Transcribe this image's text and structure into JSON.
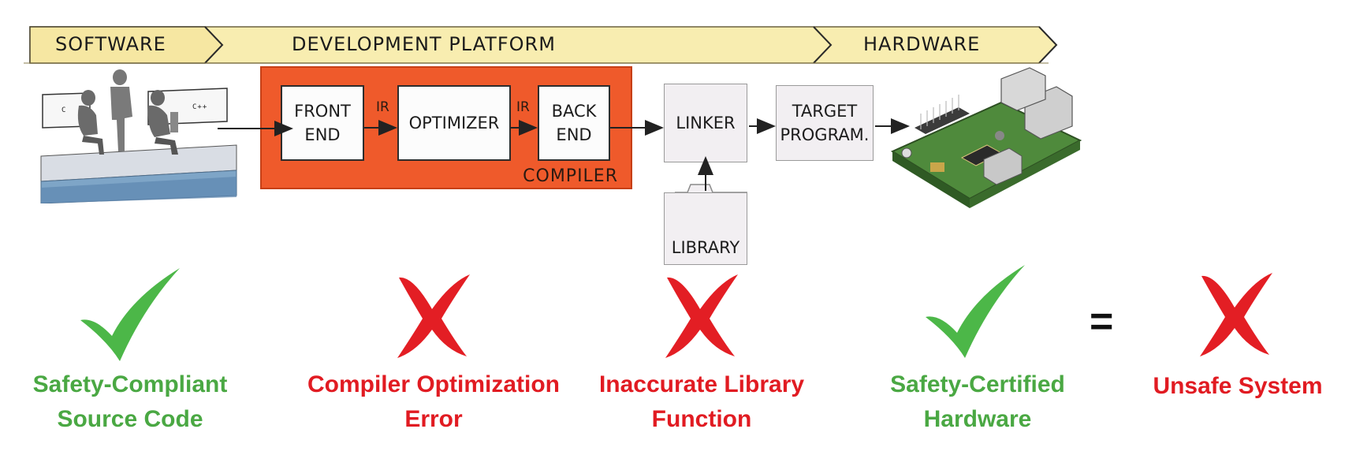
{
  "banner": {
    "software": "SOFTWARE",
    "platform": "DEVELOPMENT PLATFORM",
    "hardware": "HARDWARE"
  },
  "source": {
    "left_screen": "C",
    "right_screen": "C++"
  },
  "compiler": {
    "front_end": [
      "FRONT",
      "END"
    ],
    "optimizer": "OPTIMIZER",
    "back_end": [
      "BACK",
      "END"
    ],
    "ir_label": "IR",
    "label": "COMPILER"
  },
  "linker": "LINKER",
  "target": [
    "TARGET",
    "PROGRAM."
  ],
  "library": "LIBRARY",
  "colors": {
    "green": "#4aa843",
    "red": "#e11b22",
    "compiler_orange": "#ef5a2b",
    "banner_yellow": "#f8edb0"
  },
  "verdicts": [
    {
      "icon": "check-icon",
      "lines": [
        "Safety-Compliant",
        "Source Code"
      ],
      "status": "ok"
    },
    {
      "icon": "cross-icon",
      "lines": [
        "Compiler Optimization",
        "Error"
      ],
      "status": "fail"
    },
    {
      "icon": "cross-icon",
      "lines": [
        "Inaccurate Library",
        "Function"
      ],
      "status": "fail"
    },
    {
      "icon": "check-icon",
      "lines": [
        "Safety-Certified",
        "Hardware"
      ],
      "status": "ok"
    },
    {
      "icon": "cross-icon",
      "lines": [
        "Unsafe System"
      ],
      "status": "fail"
    }
  ],
  "equals_sign": "="
}
